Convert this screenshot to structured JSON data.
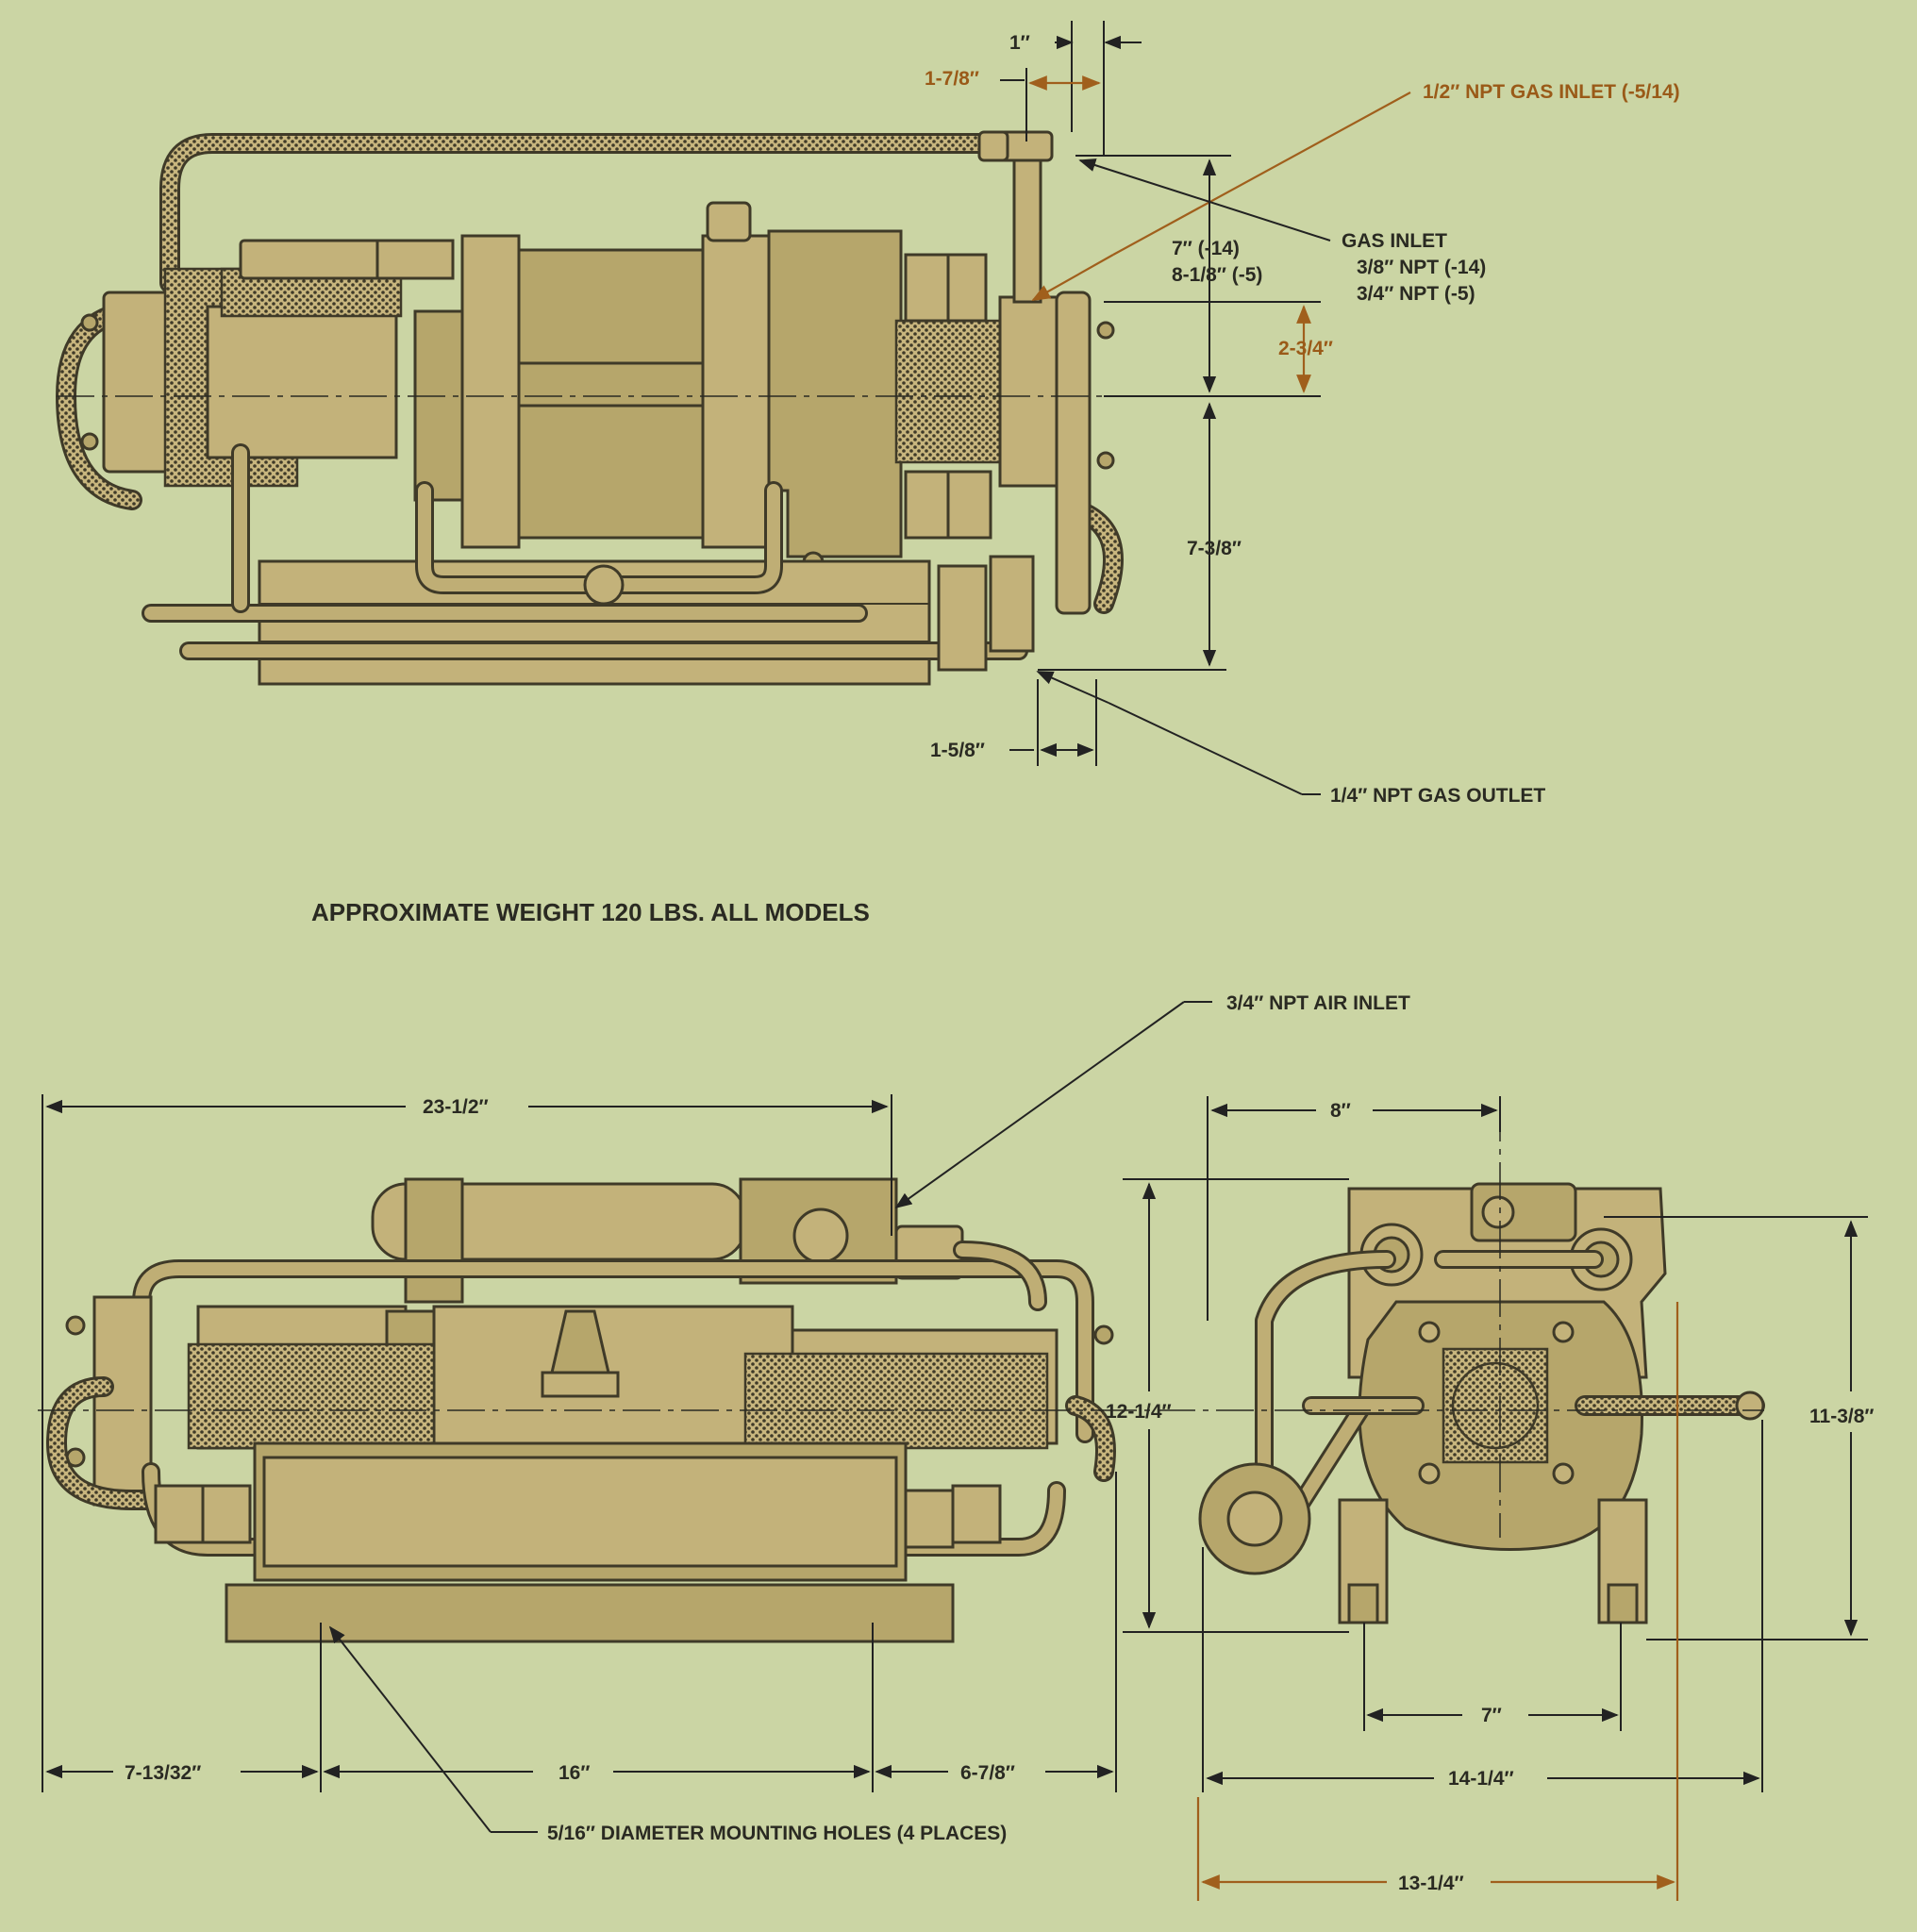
{
  "title": "APPROXIMATE WEIGHT 120 LBS. ALL MODELS",
  "colors": {
    "background": "#cbd5a4",
    "body": "#b6a66b",
    "outline": "#3f3a28",
    "accent_brown": "#9a5a18"
  },
  "top_view": {
    "dim_1in": "1′′",
    "dim_1_7_8": "1-7/8′′",
    "gas_inlet_half": "1/2′′ NPT GAS INLET (-5/14)",
    "gas_inlet_title": "GAS INLET",
    "gas_inlet_38": "3/8′′ NPT (-14)",
    "gas_inlet_34": "3/4′′ NPT (-5)",
    "dim_7_14": "7′′ (-14)",
    "dim_8_1_8_5": "8-1/8′′ (-5)",
    "dim_2_3_4": "2-3/4′′",
    "dim_7_3_8": "7-3/8′′",
    "dim_1_5_8": "1-5/8′′",
    "gas_outlet": "1/4′′ NPT GAS OUTLET"
  },
  "front_view": {
    "air_inlet": "3/4′′ NPT AIR INLET",
    "dim_23_1_2": "23-1/2′′",
    "dim_7_13_32": "7-13/32′′",
    "dim_16": "16′′",
    "dim_6_7_8": "6-7/8′′",
    "mounting_holes": "5/16′′ DIAMETER MOUNTING HOLES (4 PLACES)"
  },
  "side_view": {
    "dim_8": "8′′",
    "dim_12_1_4": "12-1/4′′",
    "dim_11_3_8": "11-3/8′′",
    "dim_7": "7′′",
    "dim_14_1_4": "14-1/4′′",
    "dim_13_1_4": "13-1/4′′"
  }
}
